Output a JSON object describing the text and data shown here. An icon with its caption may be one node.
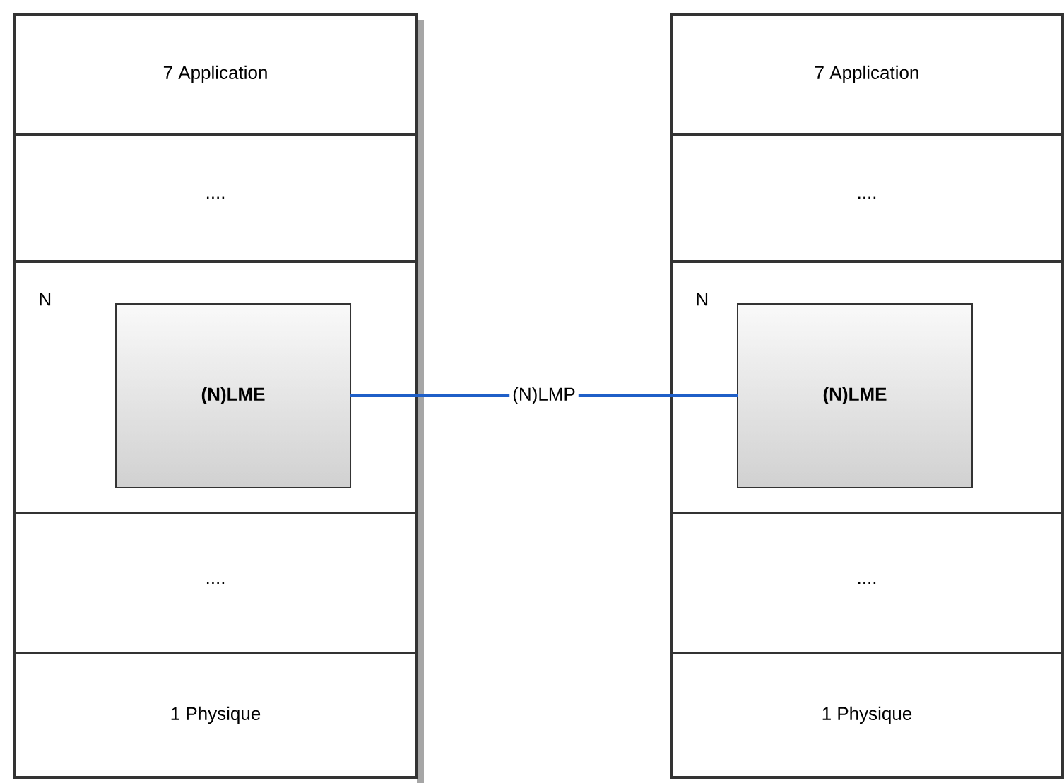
{
  "diagram": {
    "nodes": [
      {
        "text": [
          "7 Application"
        ]
      },
      {
        "text": [
          "...."
        ]
      },
      {
        "text": [
          "N"
        ]
      },
      {
        "text": [
          "(N)LME"
        ],
        "in": 2
      },
      {
        "text": [
          "...."
        ]
      },
      {
        "text": [
          "1 Physique"
        ]
      },
      {
        "text": [
          "7 Application"
        ]
      },
      {
        "text": [
          "...."
        ]
      },
      {
        "text": [
          "N"
        ]
      },
      {
        "text": [
          "(N)LME"
        ],
        "in": 8
      },
      {
        "text": [
          "...."
        ]
      },
      {
        "text": [
          "1 Physique"
        ]
      }
    ],
    "edges": [
      {
        "from": 3,
        "to": 9,
        "arrow": "none",
        "label": "(N)LMP",
        "color": "#1f5fc8"
      }
    ]
  }
}
